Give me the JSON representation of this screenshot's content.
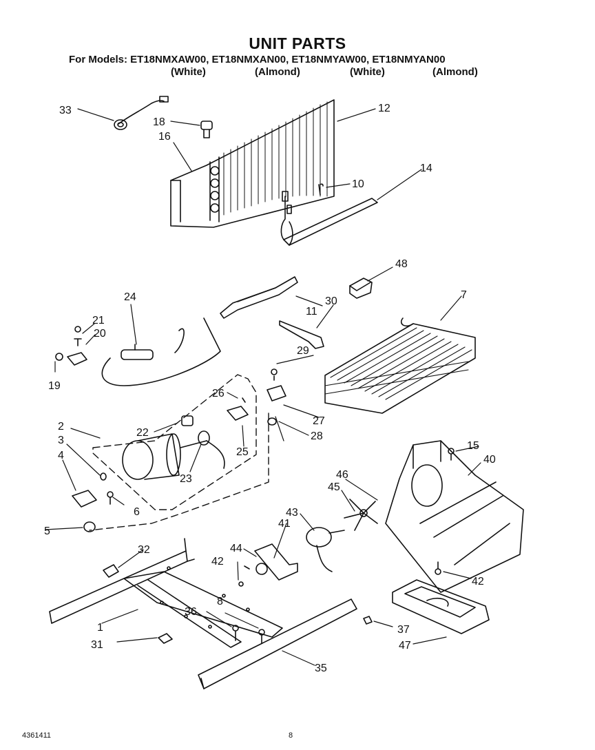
{
  "header": {
    "title": "UNIT PARTS",
    "models_line": "For Models: ET18NMXAW00, ET18NMXAN00, ET18NMYAW00, ET18NMYAN00",
    "variants": [
      "(White)",
      "(Almond)",
      "(White)",
      "(Almond)"
    ]
  },
  "callouts": {
    "c1": "1",
    "c2": "2",
    "c3": "3",
    "c4": "4",
    "c5": "5",
    "c6": "6",
    "c7": "7",
    "c8": "8",
    "c10": "10",
    "c11": "11",
    "c12": "12",
    "c14": "14",
    "c15": "15",
    "c16": "16",
    "c18": "18",
    "c19": "19",
    "c20": "20",
    "c21": "21",
    "c22": "22",
    "c23": "23",
    "c24": "24",
    "c25": "25",
    "c26": "26",
    "c27": "27",
    "c28": "28",
    "c29": "29",
    "c30": "30",
    "c31": "31",
    "c32": "32",
    "c33": "33",
    "c35": "35",
    "c36": "36",
    "c37": "37",
    "c40": "40",
    "c41": "41",
    "c42a": "42",
    "c42b": "42",
    "c43": "43",
    "c44": "44",
    "c45": "45",
    "c46": "46",
    "c47": "47",
    "c48": "48"
  },
  "footer": {
    "doc_number": "4361411",
    "page_number": "8"
  }
}
